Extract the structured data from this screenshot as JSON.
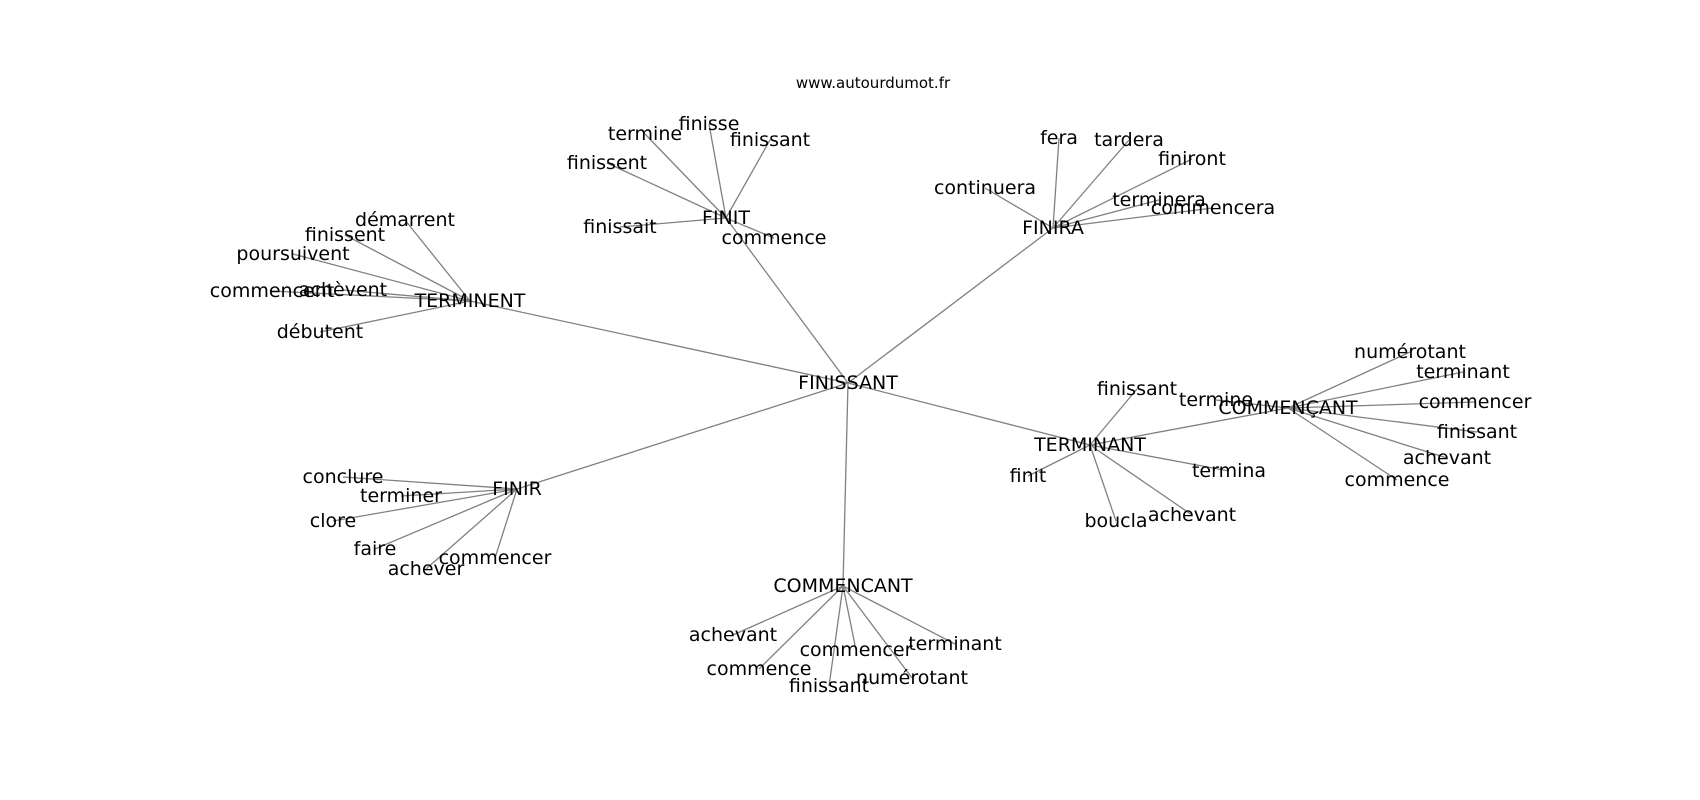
{
  "source": "www.autourdumot.fr",
  "colors": {
    "edge": "#808080",
    "text": "#000000",
    "background": "#ffffff"
  },
  "graph": {
    "center": "FINISSANT",
    "hubs": [
      {
        "id": "TERMINENT",
        "label": "TERMINENT",
        "leaves": [
          "démarrent",
          "finissent",
          "poursuivent",
          "commencent",
          "achèvent",
          "débutent"
        ]
      },
      {
        "id": "FINIT",
        "label": "FINIT",
        "leaves": [
          "termine",
          "finisse",
          "finissant",
          "finissent",
          "finissait",
          "commence"
        ]
      },
      {
        "id": "FINIRA",
        "label": "FINIRA",
        "leaves": [
          "fera",
          "tardera",
          "finiront",
          "continuera",
          "terminera",
          "commencera"
        ]
      },
      {
        "id": "TERMINANT",
        "label": "TERMINANT",
        "leaves": [
          "finissant",
          "finit",
          "termina",
          "boucla",
          "achevant"
        ]
      },
      {
        "id": "COMMENÇANT",
        "label": "COMMENÇANT",
        "parent": "TERMINANT",
        "leaves": [
          "numérotant",
          "terminant",
          "commencer",
          "finissant",
          "achevant",
          "commence",
          "termine"
        ]
      },
      {
        "id": "FINIR",
        "label": "FINIR",
        "leaves": [
          "conclure",
          "terminer",
          "clore",
          "faire",
          "achever",
          "commencer"
        ]
      },
      {
        "id": "COMMENCANT",
        "label": "COMMENCANT",
        "leaves": [
          "achevant",
          "commence",
          "commencer",
          "finissant",
          "numérotant",
          "terminant"
        ]
      }
    ]
  }
}
